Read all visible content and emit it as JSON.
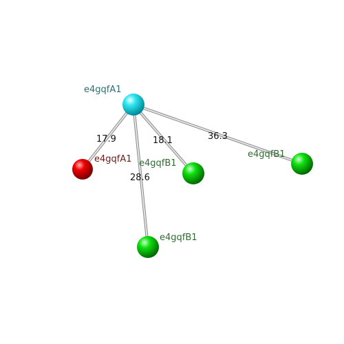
{
  "nodes": [
    {
      "id": "hub",
      "label": "e4gqfA1",
      "color": "cyan",
      "label_color": "#2e6e72"
    },
    {
      "id": "red",
      "label": "e4gqfA1",
      "color": "red",
      "label_color": "#6b1a1a"
    },
    {
      "id": "g1",
      "label": "e4gqfB1",
      "color": "green",
      "label_color": "#2f6b2f"
    },
    {
      "id": "g2",
      "label": "e4gqfB1",
      "color": "green",
      "label_color": "#2f6b2f"
    },
    {
      "id": "g3",
      "label": "e4gqfB1",
      "color": "green",
      "label_color": "#2f6b2f"
    }
  ],
  "edges": [
    {
      "from": "hub",
      "to": "red",
      "label": "17.9"
    },
    {
      "from": "hub",
      "to": "g1",
      "label": "18.1"
    },
    {
      "from": "hub",
      "to": "g2",
      "label": "36.3"
    },
    {
      "from": "hub",
      "to": "g3",
      "label": "28.6"
    }
  ]
}
